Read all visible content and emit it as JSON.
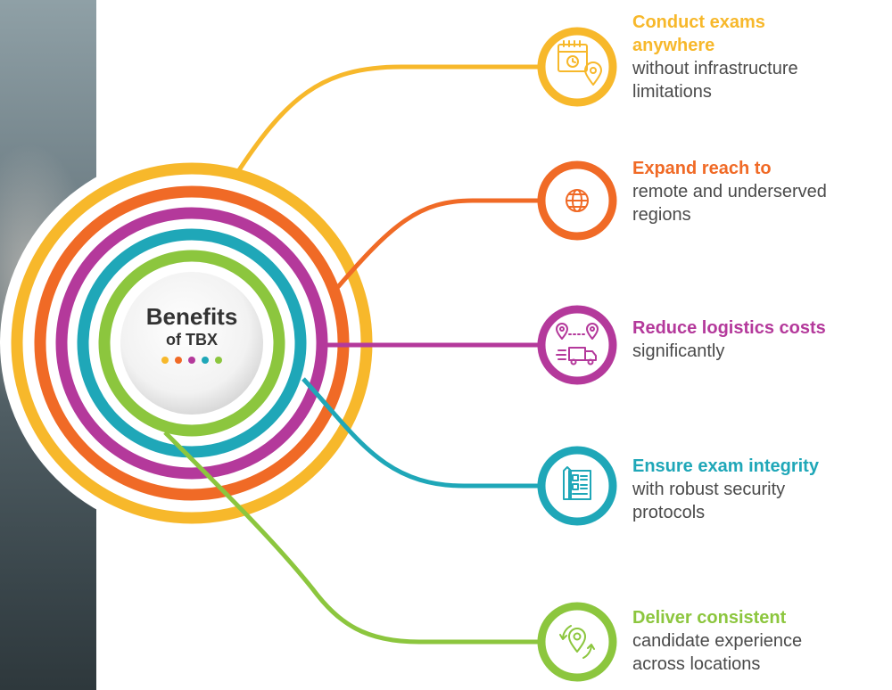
{
  "colors": {
    "yellow": "#F7B82B",
    "orange": "#F06A26",
    "magenta": "#B4399B",
    "teal": "#1FA7B8",
    "green": "#8CC63E"
  },
  "center": {
    "title": "Benefits",
    "subtitle": "of TBX"
  },
  "benefits": [
    {
      "heading": "Conduct exams anywhere",
      "description": "without infrastructure limitations",
      "icon": "calendar-location-icon",
      "color": "#F7B82B"
    },
    {
      "heading": "Expand reach to",
      "description": "remote and underserved regions",
      "icon": "globe-icon",
      "color": "#F06A26"
    },
    {
      "heading": "Reduce logistics costs",
      "description": "significantly",
      "icon": "delivery-truck-icon",
      "color": "#B4399B"
    },
    {
      "heading": "Ensure exam integrity",
      "description": "with robust security protocols",
      "icon": "secure-document-icon",
      "color": "#1FA7B8"
    },
    {
      "heading": "Deliver consistent",
      "description": "candidate experience across locations",
      "icon": "location-cycle-icon",
      "color": "#8CC63E"
    }
  ]
}
